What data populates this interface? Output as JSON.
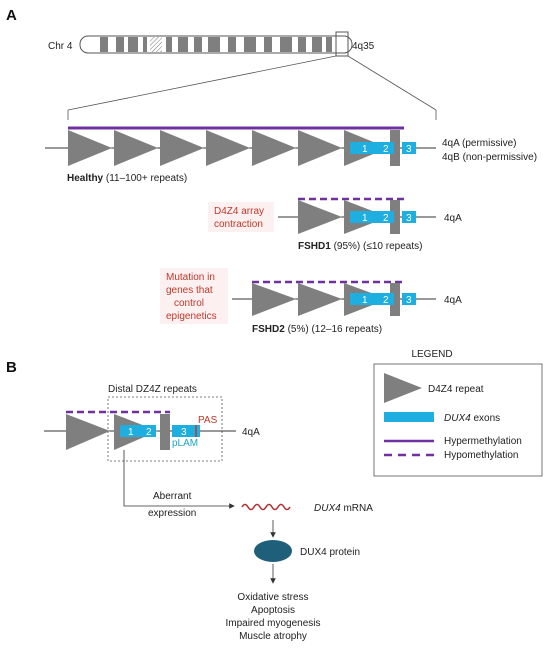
{
  "panel_a": {
    "label": "A",
    "chromosome": {
      "name": "Chr 4",
      "band": "4q35"
    },
    "healthy": {
      "label_bold": "Healthy",
      "label_rest": " (11–100+ repeats)",
      "allele_a": "4qA (permissive)",
      "allele_b": "4qB (non-permissive)"
    },
    "fshd1": {
      "cause_line1": "D4Z4 array",
      "cause_line2": "contraction",
      "label_bold": "FSHD1",
      "label_rest": " (95%) (≤10 repeats)",
      "allele": "4qA"
    },
    "fshd2": {
      "cause_line1": "Mutation in",
      "cause_line2": "genes that",
      "cause_line3": "control",
      "cause_line4": "epigenetics",
      "label_bold": "FSHD2",
      "label_rest": " (5%) (12–16 repeats)",
      "allele": "4qA"
    },
    "exon_numbers": [
      "1",
      "2",
      "3"
    ]
  },
  "panel_b": {
    "label": "B",
    "box_title": "Distal DZ4Z repeats",
    "pas": "PAS",
    "plam": "pLAM",
    "allele": "4qA",
    "exon_numbers": [
      "1",
      "2",
      "3"
    ],
    "aberrant_line1": "Aberrant",
    "aberrant_line2": "expression",
    "mrna_italic": "DUX4",
    "mrna_rest": " mRNA",
    "protein": "DUX4 protein",
    "outcomes": [
      "Oxidative stress",
      "Apoptosis",
      "Impaired myogenesis",
      "Muscle atrophy"
    ]
  },
  "legend": {
    "title": "LEGEND",
    "repeat": "D4Z4 repeat",
    "exons_italic": "DUX4",
    "exons_rest": " exons",
    "hyper": "Hypermethylation",
    "hypo": "Hypomethylation"
  },
  "colors": {
    "repeat_gray": "#7f7f7f",
    "exon_cyan": "#1eaee0",
    "methylation_purple": "#7030a0",
    "cause_red": "#c0392b",
    "protein_teal": "#1f5f7a",
    "mrna_red": "#b03030"
  }
}
